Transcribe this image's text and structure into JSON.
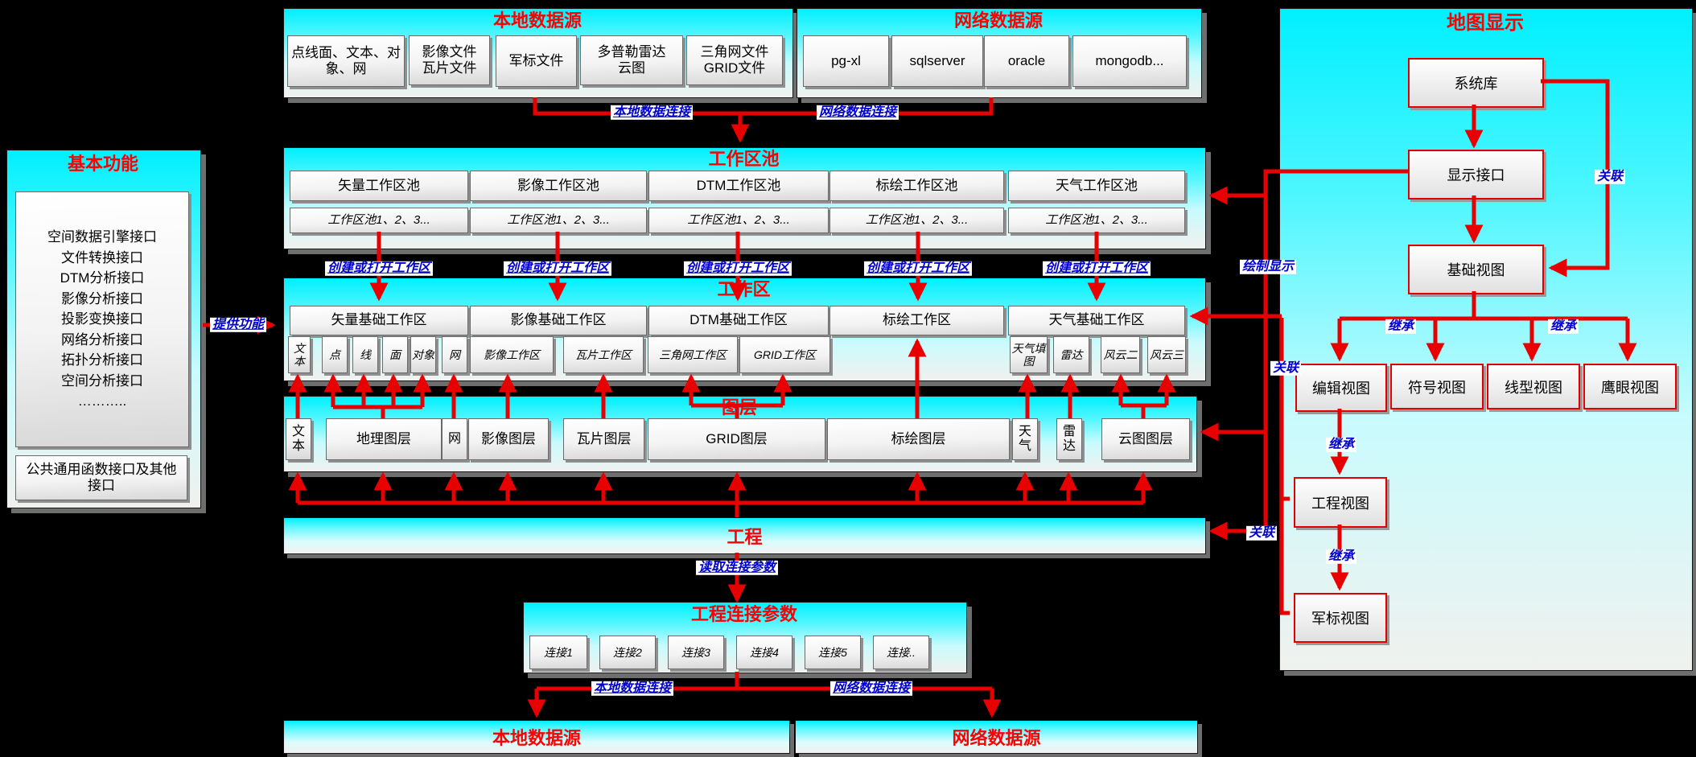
{
  "local_source": {
    "title": "本地数据源",
    "items": [
      "点线面、文本、对象、网",
      "影像文件瓦片文件",
      "军标文件",
      "多普勒雷达云图",
      "三角网文件GRID文件"
    ]
  },
  "net_source": {
    "title": "网络数据源",
    "items": [
      "pg-xl",
      "sqlserver",
      "oracle",
      "mongodb..."
    ]
  },
  "basic_functions": {
    "title": "基本功能",
    "interfaces": [
      "空间数据引擎接口",
      "文件转换接口",
      "DTM分析接口",
      "影像分析接口",
      "投影变换接口",
      "网络分析接口",
      "拓扑分析接口",
      "空间分析接口",
      "……….."
    ],
    "bottom": "公共通用函数接口及其他接口"
  },
  "workspace_pool": {
    "title": "工作区池",
    "pools": [
      "矢量工作区池",
      "影像工作区池",
      "DTM工作区池",
      "标绘工作区池",
      "天气工作区池"
    ],
    "instances": "工作区池1、2、3..."
  },
  "workspace": {
    "title": "工作区",
    "bases": [
      "矢量基础工作区",
      "影像基础工作区",
      "DTM基础工作区",
      "标绘工作区",
      "天气基础工作区"
    ],
    "subs": [
      "文本",
      "点",
      "线",
      "面",
      "对象",
      "网",
      "影像工作区",
      "瓦片工作区",
      "三角网工作区",
      "GRID工作区",
      "天气填图",
      "雷达",
      "风云二",
      "风云三"
    ]
  },
  "layers": {
    "title": "图层",
    "items": [
      "文本",
      "地理图层",
      "网",
      "影像图层",
      "瓦片图层",
      "GRID图层",
      "标绘图层",
      "天气",
      "雷达",
      "云图图层"
    ]
  },
  "project": {
    "title": "工程"
  },
  "project_params": {
    "title": "工程连接参数",
    "items": [
      "连接1",
      "连接2",
      "连接3",
      "连接4",
      "连接5",
      "连接.."
    ]
  },
  "bottom_sources": {
    "local": "本地数据源",
    "network": "网络数据源"
  },
  "map_display": {
    "title": "地图显示",
    "system_lib": "系统库",
    "display_interface": "显示接口",
    "base_view": "基础视图",
    "edit_view": "编辑视图",
    "symbol_view": "符号视图",
    "line_view": "线型视图",
    "eagle_view": "鹰眼视图",
    "project_view": "工程视图",
    "military_view": "军标视图"
  },
  "labels": {
    "local_conn": "本地数据连接",
    "net_conn": "网络数据连接",
    "create_open": "创建或打开工作区",
    "provide": "提供功能",
    "read_params": "读取连接参数",
    "draw": "绘制显示",
    "assoc": "关联",
    "inherit": "继承"
  },
  "colors": {
    "arrow": "#e80000",
    "title_red": "#ff0000",
    "label_blue": "#0000cd",
    "panel_cyan": "#00f0ff",
    "background": "#000000"
  }
}
